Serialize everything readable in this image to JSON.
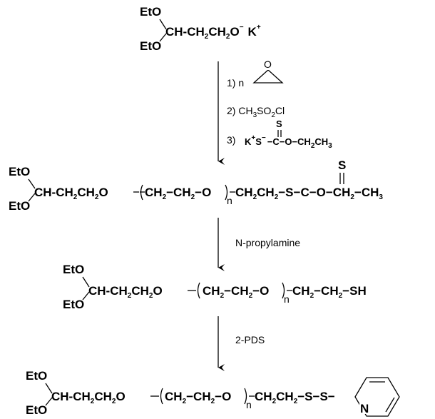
{
  "start": {
    "eto_top": "EtO",
    "eto_bottom": "EtO",
    "chain": "CH-CH2CH2O",
    "anion": "−",
    "counter": "K+"
  },
  "step1": {
    "r1": "1) n",
    "r2": "2) CH3SO2Cl",
    "r3": "3) K+S−−C−O−CH2CH3",
    "epoxide_o": "O",
    "xanthate_s": "S"
  },
  "product1": {
    "eto_top": "EtO",
    "eto_bottom": "EtO",
    "head": "CH-CH2CH2O",
    "repeat": "CH2−CH2−O",
    "n": "n",
    "tail": "CH2CH2−S−C−O−CH2−CH3",
    "thione_s": "S"
  },
  "step2": {
    "reagent": "N-propylamine"
  },
  "product2": {
    "eto_top": "EtO",
    "eto_bottom": "EtO",
    "head": "CH-CH2CH2O",
    "repeat": "CH2−CH2−O",
    "n": "n",
    "tail": "CH2−CH2−SH"
  },
  "step3": {
    "reagent": "2-PDS"
  },
  "product3": {
    "eto_top": "EtO",
    "eto_bottom": "EtO",
    "head": "CH-CH2CH2O",
    "repeat": "CH2−CH2−O",
    "n": "n",
    "tail": "CH2CH2−S−S−",
    "ring_n": "N"
  },
  "icons": [
    "epoxide-ring-icon",
    "pyridine-ring-icon",
    "reaction-arrow-icon"
  ]
}
